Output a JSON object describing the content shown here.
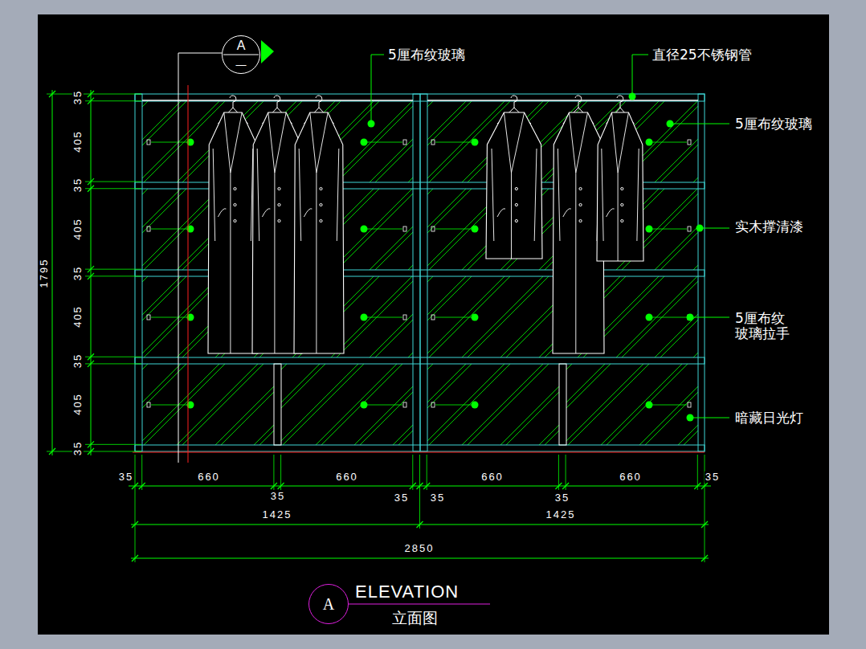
{
  "diagram": {
    "title": "ELEVATION",
    "caption": "立面图",
    "nodes": [
      {
        "text": [
          "A",
          "—"
        ]
      },
      {
        "text": [
          "A"
        ]
      }
    ],
    "labels": [
      "5厘布纹玻璃",
      "直径25不锈钢管",
      "5厘布纹玻璃",
      "实木撑清漆",
      "5厘布纹 玻璃拉手",
      "暗藏日光灯",
      "1795",
      "35",
      "405",
      "35",
      "405",
      "35",
      "405",
      "35",
      "405",
      "35",
      "35",
      "660",
      "35",
      "660",
      "35",
      "35",
      "660",
      "35",
      "660",
      "35",
      "1425",
      "1425",
      "2850"
    ]
  }
}
